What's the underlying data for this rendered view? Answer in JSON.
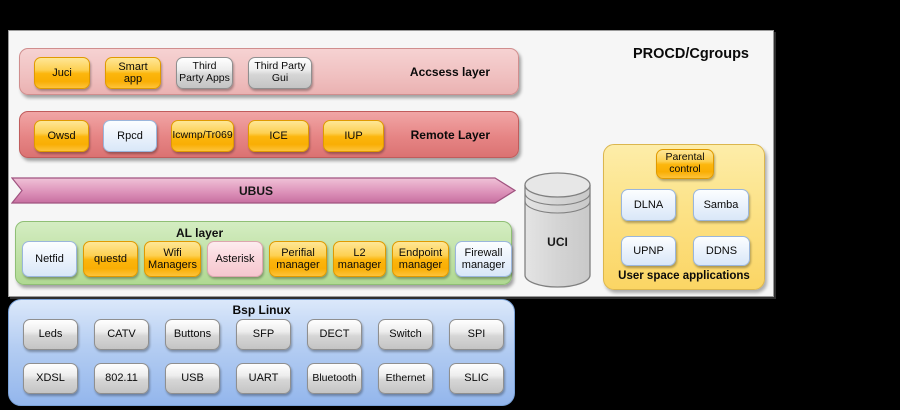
{
  "title": "PROCD/Cgroups",
  "layers": {
    "access": {
      "label": "Accsess layer",
      "buttons": [
        {
          "label": "Juci"
        },
        {
          "label": "Smart app"
        },
        {
          "label": "Third Party Apps"
        },
        {
          "label": "Third Party Gui"
        }
      ]
    },
    "remote": {
      "label": "Remote Layer",
      "buttons": [
        {
          "label": "Owsd"
        },
        {
          "label": "Rpcd"
        },
        {
          "label": "Icwmp/Tr069"
        },
        {
          "label": "ICE"
        },
        {
          "label": "IUP"
        }
      ]
    },
    "ubus": {
      "label": "UBUS"
    },
    "al": {
      "label": "AL layer",
      "buttons": [
        {
          "label": "Netfid"
        },
        {
          "label": "questd"
        },
        {
          "label": "Wifi Managers"
        },
        {
          "label": "Asterisk"
        },
        {
          "label": "Perifial manager"
        },
        {
          "label": "L2 manager"
        },
        {
          "label": "Endpoint manager"
        },
        {
          "label": "Firewall manager"
        }
      ]
    }
  },
  "uci": {
    "label": "UCI"
  },
  "userspace": {
    "label": "User space applications",
    "parental": "Parental control",
    "apps": [
      {
        "label": "DLNA"
      },
      {
        "label": "Samba"
      },
      {
        "label": "UPNP"
      },
      {
        "label": "DDNS"
      }
    ]
  },
  "bsp": {
    "label": "Bsp Linux",
    "row1": [
      "Leds",
      "CATV",
      "Buttons",
      "SFP",
      "DECT",
      "Switch",
      "SPI"
    ],
    "row2": [
      "XDSL",
      "802.11",
      "USB",
      "UART",
      "Bluetooth",
      "Ethernet",
      "SLIC"
    ]
  },
  "colors": {
    "background": "#000000",
    "panel": "#f6f6f6",
    "access_layer": "#f0c0c0",
    "remote_layer": "#e68585",
    "ubus_ribbon": "#cd76a4",
    "al_layer": "#c0e1a6",
    "bsp_box": "#b4cdf2",
    "userspace_box": "#fce287",
    "orange_node": "#fcb60d",
    "blue_node": "#d9e7f8",
    "gray_node": "#d6d6d6",
    "pink_node": "#f9d4da"
  }
}
